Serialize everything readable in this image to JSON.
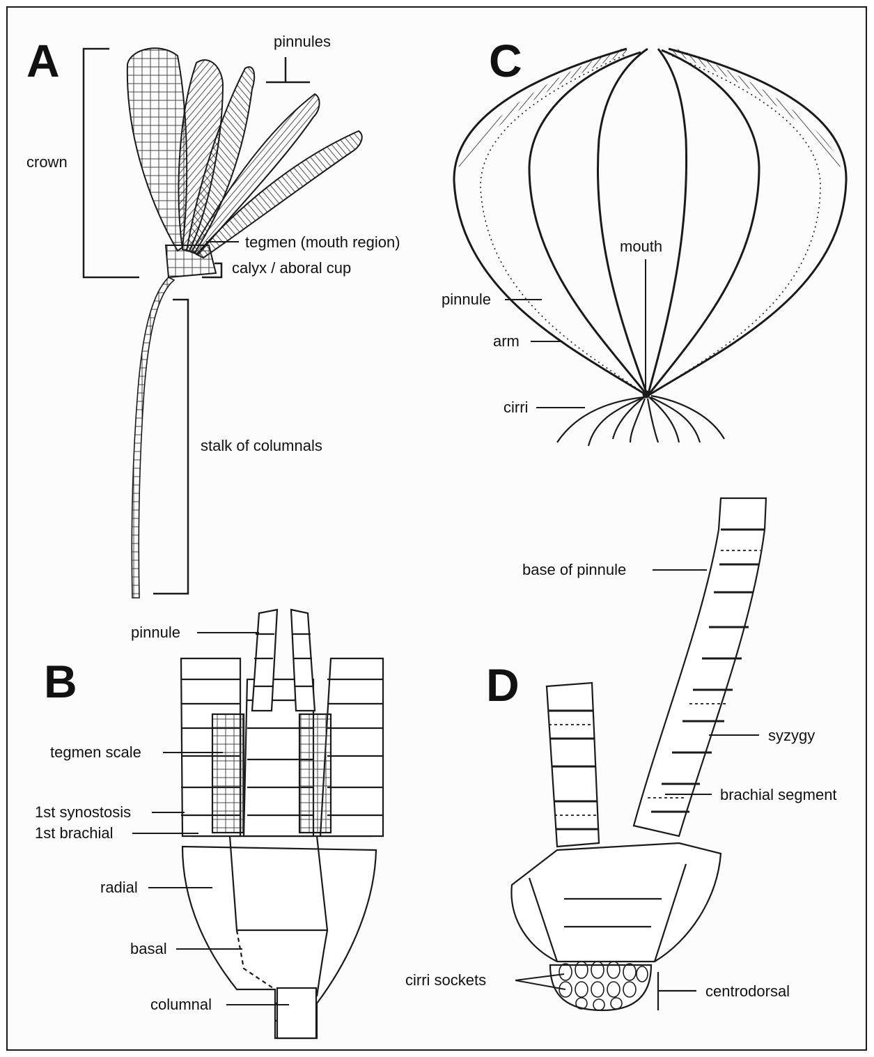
{
  "panels": {
    "a": "A",
    "b": "B",
    "c": "C",
    "d": "D"
  },
  "labels_a": {
    "pinnules": "pinnules",
    "crown": "crown",
    "tegmen": "tegmen (mouth region)",
    "calyx": "calyx / aboral cup",
    "stalk": "stalk of columnals"
  },
  "labels_b": {
    "pinnule": "pinnule",
    "tegmen_scale": "tegmen scale",
    "synostosis": "1st synostosis",
    "brachial": "1st brachial",
    "radial": "radial",
    "basal": "basal",
    "columnal": "columnal"
  },
  "labels_c": {
    "mouth": "mouth",
    "pinnule": "pinnule",
    "arm": "arm",
    "cirri": "cirri"
  },
  "labels_d": {
    "base_of_pinnule": "base of pinnule",
    "syzygy": "syzygy",
    "brachial_segment": "brachial segment",
    "cirri_sockets": "cirri sockets",
    "centrodorsal": "centrodorsal"
  }
}
